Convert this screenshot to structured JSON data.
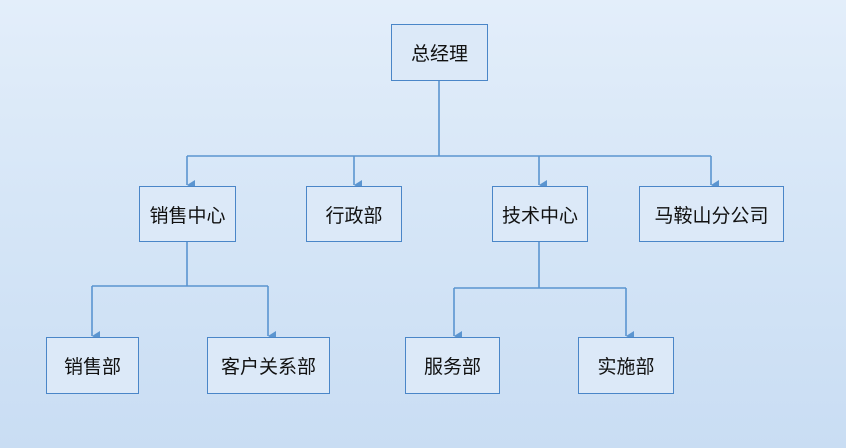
{
  "diagram": {
    "type": "org-chart",
    "line_color": "#5b95d0",
    "box_border_color": "#4a86c8",
    "box_fill_color": "#dce9f8",
    "root": {
      "label": "总经理"
    },
    "level1": [
      {
        "label": "销售中心"
      },
      {
        "label": "行政部"
      },
      {
        "label": "技术中心"
      },
      {
        "label": "马鞍山分公司"
      }
    ],
    "level2": [
      {
        "label": "销售部",
        "parent": "销售中心"
      },
      {
        "label": "客户关系部",
        "parent": "销售中心"
      },
      {
        "label": "服务部",
        "parent": "技术中心"
      },
      {
        "label": "实施部",
        "parent": "技术中心"
      }
    ]
  }
}
